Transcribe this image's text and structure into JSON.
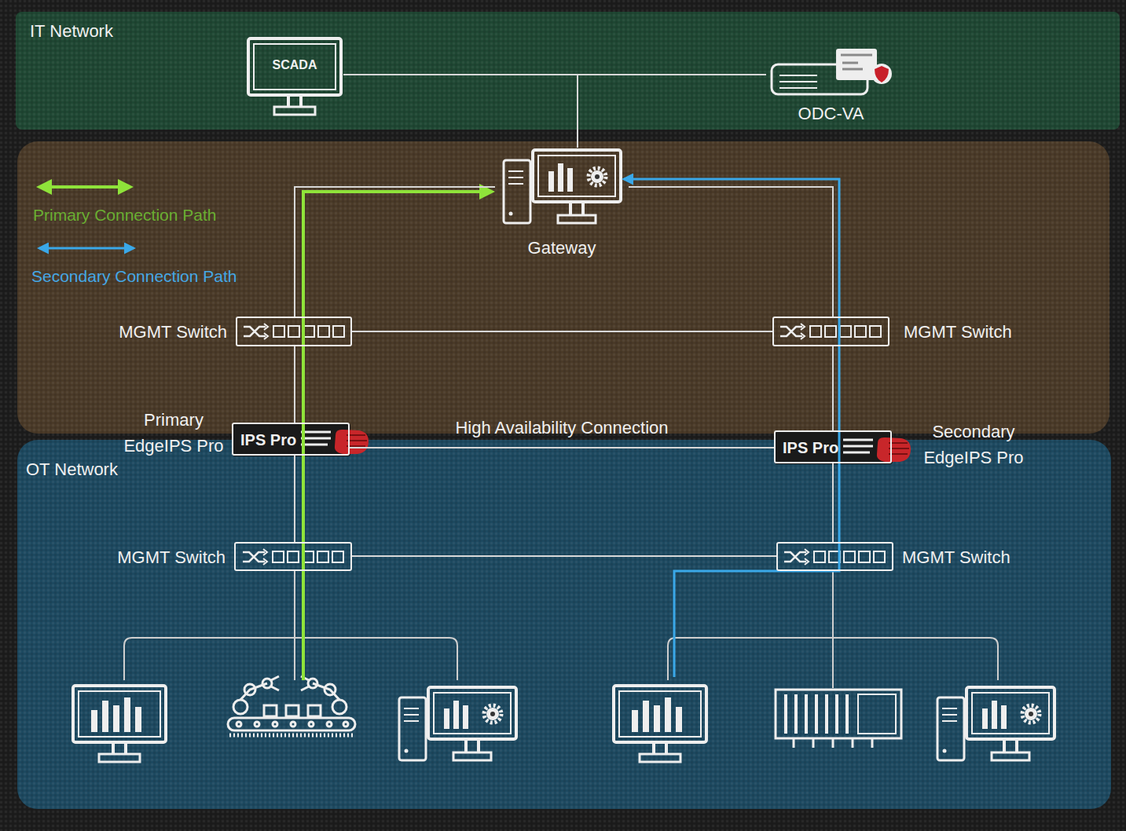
{
  "diagram": {
    "nodes": [
      {
        "text": [
          "IT Network"
        ]
      },
      {
        "text": [
          "SCADA"
        ],
        "in": 0
      },
      {
        "text": [
          "ODC-VA"
        ],
        "in": 0
      },
      {
        "text": [
          "Gateway"
        ]
      },
      {
        "text": [
          "MGMT Switch"
        ]
      },
      {
        "text": [
          "MGMT Switch"
        ]
      },
      {
        "text": [
          "IPS Pro",
          "Primary EdgeIPS Pro"
        ]
      },
      {
        "text": [
          "IPS Pro",
          "Secondary EdgeIPS Pro"
        ]
      },
      {
        "text": [
          "OT Network"
        ]
      },
      {
        "text": [
          "MGMT Switch"
        ],
        "in": 8
      },
      {
        "text": [
          "MGMT Switch"
        ],
        "in": 8
      }
    ],
    "edges": [
      {
        "from": 1,
        "to": 3,
        "arrow": "none"
      },
      {
        "from": 2,
        "to": 3,
        "arrow": "none"
      },
      {
        "from": 3,
        "to": 4,
        "arrow": "none"
      },
      {
        "from": 3,
        "to": 5,
        "arrow": "none"
      },
      {
        "from": 4,
        "to": 6,
        "arrow": "none"
      },
      {
        "from": 5,
        "to": 7,
        "arrow": "none"
      },
      {
        "from": 6,
        "to": 9,
        "arrow": "none"
      },
      {
        "from": 7,
        "to": 10,
        "arrow": "none"
      },
      {
        "from": 4,
        "to": 5,
        "arrow": "none"
      },
      {
        "from": 9,
        "to": 10,
        "arrow": "none"
      },
      {
        "from": 6,
        "to": 7,
        "label": "High Availability Connection",
        "arrow": "none"
      }
    ],
    "legend": [
      {
        "text": "Primary Connection Path"
      },
      {
        "text": "Secondary Connection Path"
      }
    ]
  }
}
